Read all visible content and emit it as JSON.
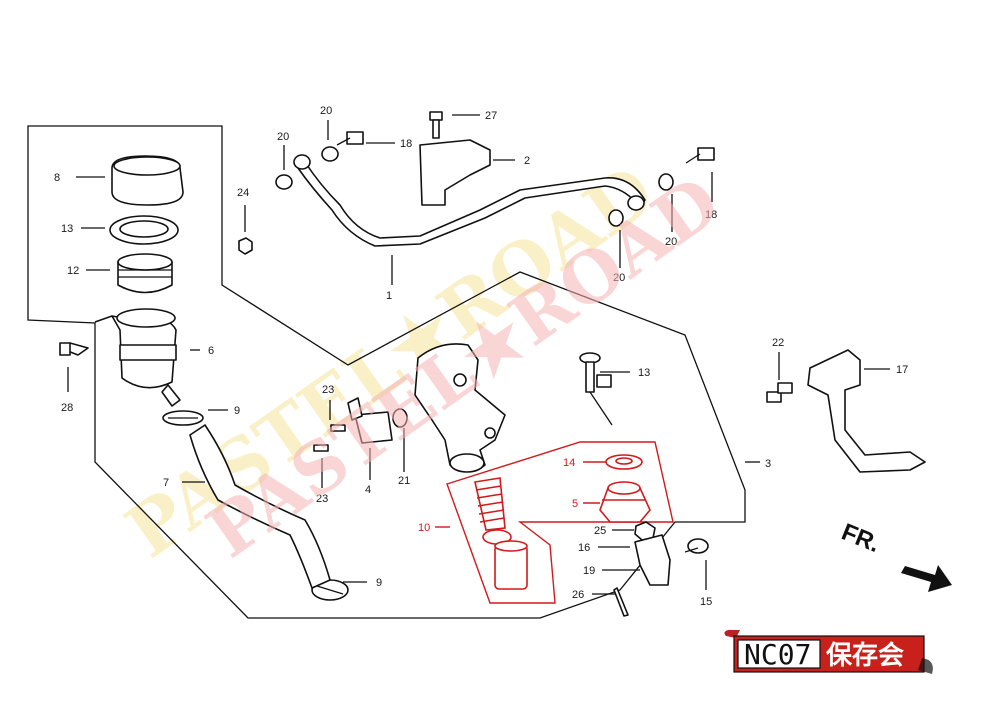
{
  "watermark": {
    "text": "PASTEL★ROAD"
  },
  "direction": {
    "label": "FR."
  },
  "badge": {
    "code": "NC07",
    "chinese": "保存会"
  },
  "callouts": {
    "c1": "1",
    "c2": "2",
    "c3": "3",
    "c4": "4",
    "c5": "5",
    "c6": "6",
    "c7": "7",
    "c8": "8",
    "c9a": "9",
    "c9b": "9",
    "c10": "10",
    "c12": "12",
    "c13a": "13",
    "c13b": "13",
    "c14": "14",
    "c15": "15",
    "c16": "16",
    "c17": "17",
    "c18a": "18",
    "c18b": "18",
    "c19": "19",
    "c20a": "20",
    "c20b": "20",
    "c20c": "20",
    "c20d": "20",
    "c21": "21",
    "c22": "22",
    "c23a": "23",
    "c23b": "23",
    "c24": "24",
    "c25": "25",
    "c26": "26",
    "c27": "27",
    "c28": "28"
  },
  "colors": {
    "highlight": "#d11a1a",
    "line": "#111111",
    "watermark_red": "#f5b4b4",
    "watermark_yellow": "#f6e7a2"
  }
}
